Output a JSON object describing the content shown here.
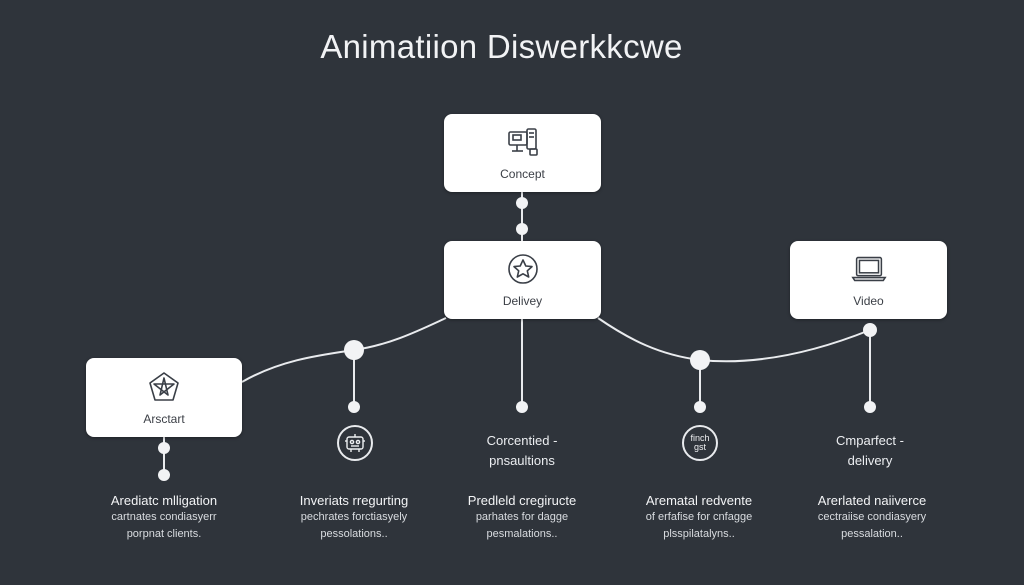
{
  "title": "Animatiion Diswerkkcwe",
  "nodes": {
    "concept": {
      "label": "Concept",
      "icon": "media-devices-icon"
    },
    "delivery": {
      "label": "Delivey",
      "icon": "star-badge-icon"
    },
    "video": {
      "label": "Video",
      "icon": "laptop-icon"
    },
    "arsctart": {
      "label": "Arsctart",
      "icon": "pentagon-star-icon"
    }
  },
  "badges": {
    "b1": {
      "icon": "robot-face-icon"
    },
    "b3": {
      "icon": "text-badge-icon",
      "text_line1": "finch",
      "text_line2": "gst"
    }
  },
  "centre_headings": {
    "c": {
      "line1": "Corcentied -",
      "line2": "pnsaultions"
    },
    "e": {
      "line1": "Cmparfect -",
      "line2": "delivery"
    }
  },
  "captions": [
    {
      "heading": "Arediatc mlligation",
      "line1": "cartnates condiasyerr",
      "line2": "porpnat clients."
    },
    {
      "heading": "Inveriats rregurting",
      "line1": "pechrates forctiasyely",
      "line2": "pessolations.."
    },
    {
      "heading": "Predleld cregiructe",
      "line1": "parhates for dagge",
      "line2": "pesmalations.."
    },
    {
      "heading": "Arematal redvente",
      "line1": "of erfafise for cnfagge",
      "line2": "plsspilatalyns.."
    },
    {
      "heading": "Arerlated naiiverce",
      "line1": "cectraiise condiasyery",
      "line2": "pessalation.."
    }
  ],
  "colors": {
    "background": "#2f343b",
    "node": "#ffffff",
    "wire": "#e9ebee"
  }
}
